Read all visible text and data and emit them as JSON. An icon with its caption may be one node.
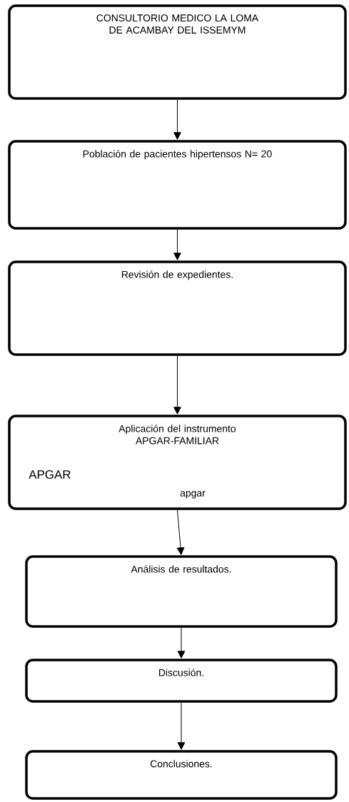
{
  "diagram": {
    "nodes": [
      {
        "text": [
          "CONSULTORIO MEDICO LA LOMA DE ACAMBAY DEL ISSEMYM"
        ]
      },
      {
        "text": [
          "Población de pacientes hipertensos N= 20"
        ]
      },
      {
        "text": [
          "Revisión de expedientes."
        ]
      },
      {
        "text": [
          "Aplicación del instrumento APGAR-FAMILIAR",
          "APGAR",
          "apgar"
        ]
      },
      {
        "text": [
          "Análisis de resultados."
        ]
      },
      {
        "text": [
          "Discusión."
        ]
      },
      {
        "text": [
          "Conclusiones."
        ]
      }
    ],
    "edges": [
      {
        "from": 0,
        "to": 1,
        "arrow": "to"
      },
      {
        "from": 1,
        "to": 2,
        "arrow": "to"
      },
      {
        "from": 2,
        "to": 3,
        "arrow": "to"
      },
      {
        "from": 3,
        "to": 4,
        "arrow": "to"
      },
      {
        "from": 4,
        "to": 5,
        "arrow": "to"
      },
      {
        "from": 5,
        "to": 6,
        "arrow": "to"
      }
    ]
  }
}
